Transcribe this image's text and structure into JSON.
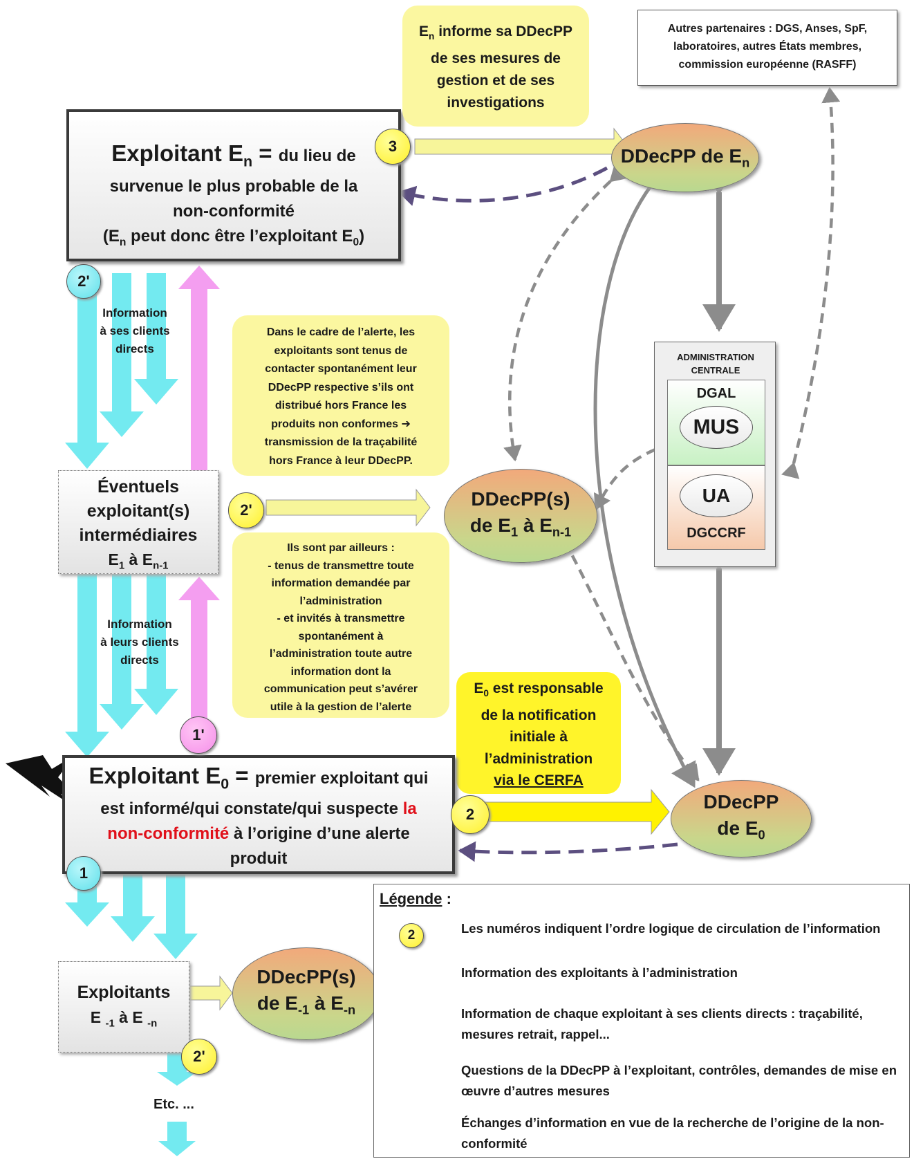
{
  "boxes": {
    "en": {
      "title_main": "Exploitant E",
      "title_sub": "n",
      "title_eq": " = ",
      "title_rest": "du lieu de",
      "line2": "survenue le plus probable de la",
      "line3": "non-conformité",
      "line4_pre": "(E",
      "line4_sub": "n",
      "line4_mid": " peut donc être l’exploitant E",
      "line4_sub2": "0",
      "line4_post": ")"
    },
    "intermediaires": {
      "line1": "Éventuels",
      "line2": "exploitant(s)",
      "line3": "intermédiaires",
      "line4_pre": "E",
      "line4_sub1": "1",
      "line4_mid": " à E",
      "line4_sub2": "n-1"
    },
    "e0": {
      "title_main": "Exploitant E",
      "title_sub": "0",
      "title_eq": " = ",
      "title_rest": "premier exploitant qui",
      "line2_pre": "est informé/qui constate/qui suspecte ",
      "line2_red": "la",
      "line3_red": "non-conformité",
      "line3_post": " à l’origine d’une alerte",
      "line4": "produit"
    },
    "exploitants_aval": {
      "line1": "Exploitants",
      "line2_pre": "E ",
      "line2_sub1": "-1",
      "line2_mid": " à E ",
      "line2_sub2": "-n"
    },
    "partenaires": {
      "text": "Autres partenaires : DGS, Anses, SpF, laboratoires, autres États membres, commission européenne (RASFF)"
    },
    "admin": {
      "header": "ADMINISTRATION CENTRALE",
      "dgal": "DGAL",
      "mus": "MUS",
      "ua": "UA",
      "dgccrf": "DGCCRF"
    }
  },
  "ellipses": {
    "ddecpp_en_pre": "DDecPP de E",
    "ddecpp_en_sub": "n",
    "ddecpp_inter_l1": "DDecPP(s)",
    "ddecpp_inter_pre": "de E",
    "ddecpp_inter_sub1": "1",
    "ddecpp_inter_mid": " à E",
    "ddecpp_inter_sub2": "n-1",
    "ddecpp_e0_l1": "DDecPP",
    "ddecpp_e0_pre": "de E",
    "ddecpp_e0_sub": "0",
    "ddecpp_aval_l1": "DDecPP(s)",
    "ddecpp_aval_pre": "de E",
    "ddecpp_aval_sub1": "-1",
    "ddecpp_aval_mid": " à E",
    "ddecpp_aval_sub2": "-n"
  },
  "notes": {
    "en_informe_pre": "E",
    "en_informe_sub": "n",
    "en_informe_rest": " informe sa DDecPP",
    "en_informe_l2": "de ses mesures de",
    "en_informe_l3": "gestion et de ses",
    "en_informe_l4": "investigations",
    "cadre_alerte": [
      "Dans le cadre de l’alerte, les",
      "exploitants sont tenus de",
      "contacter spontanément leur",
      "DDecPP respective s’ils ont",
      "distribué hors France les",
      "produits non conformes ➔",
      "transmission de la traçabilité",
      "hors France à leur DDecPP."
    ],
    "par_ailleurs": [
      "Ils sont par ailleurs :",
      "- tenus de transmettre toute",
      "information demandée par",
      "l’administration",
      "- et invités à transmettre",
      "spontanément à",
      "l’administration toute autre",
      "information dont la",
      "communication peut s’avérer",
      "utile à la gestion de l’alerte"
    ],
    "e0_resp_pre": "E",
    "e0_resp_sub": "0",
    "e0_resp_rest": " est responsable",
    "e0_resp_l2": "de la notification",
    "e0_resp_l3": "initiale à",
    "e0_resp_l4": "l’administration",
    "e0_resp_l5": "via le CERFA"
  },
  "arrow_labels": {
    "info_clients_directs": [
      "Information",
      "à ses clients",
      "directs"
    ],
    "info_leurs_clients": [
      "Information",
      "à leurs clients",
      "directs"
    ],
    "etc": "Etc. ..."
  },
  "badges": {
    "b3": "3",
    "b2prime_top": "2'",
    "b2prime_mid": "2'",
    "b1prime": "1'",
    "b2": "2",
    "b1": "1",
    "b2prime_bottom": "2'",
    "legend_2": "2"
  },
  "legend": {
    "title": "Légende",
    "colon": " :",
    "items": [
      "Les numéros indiquent l’ordre logique de circulation de l’information",
      "Information des exploitants à l’administration",
      "Information de chaque exploitant à ses clients directs : traçabilité, mesures retrait, rappel...",
      "Questions de la DDecPP à l’exploitant, contrôles, demandes de mise en œuvre d’autres mesures",
      "Échanges d’information en vue de la recherche de l’origine de la non-conformité"
    ]
  },
  "colors": {
    "yellow_arrow": "#fff200",
    "pale_yellow_arrow": "#f7f59a",
    "cyan_arrow": "#73eaf0",
    "pink_arrow": "#f49ef0",
    "dashed_arrow": "#5c4f80",
    "grey_arrow": "#8c8c8c",
    "red_text": "#e0101a"
  }
}
